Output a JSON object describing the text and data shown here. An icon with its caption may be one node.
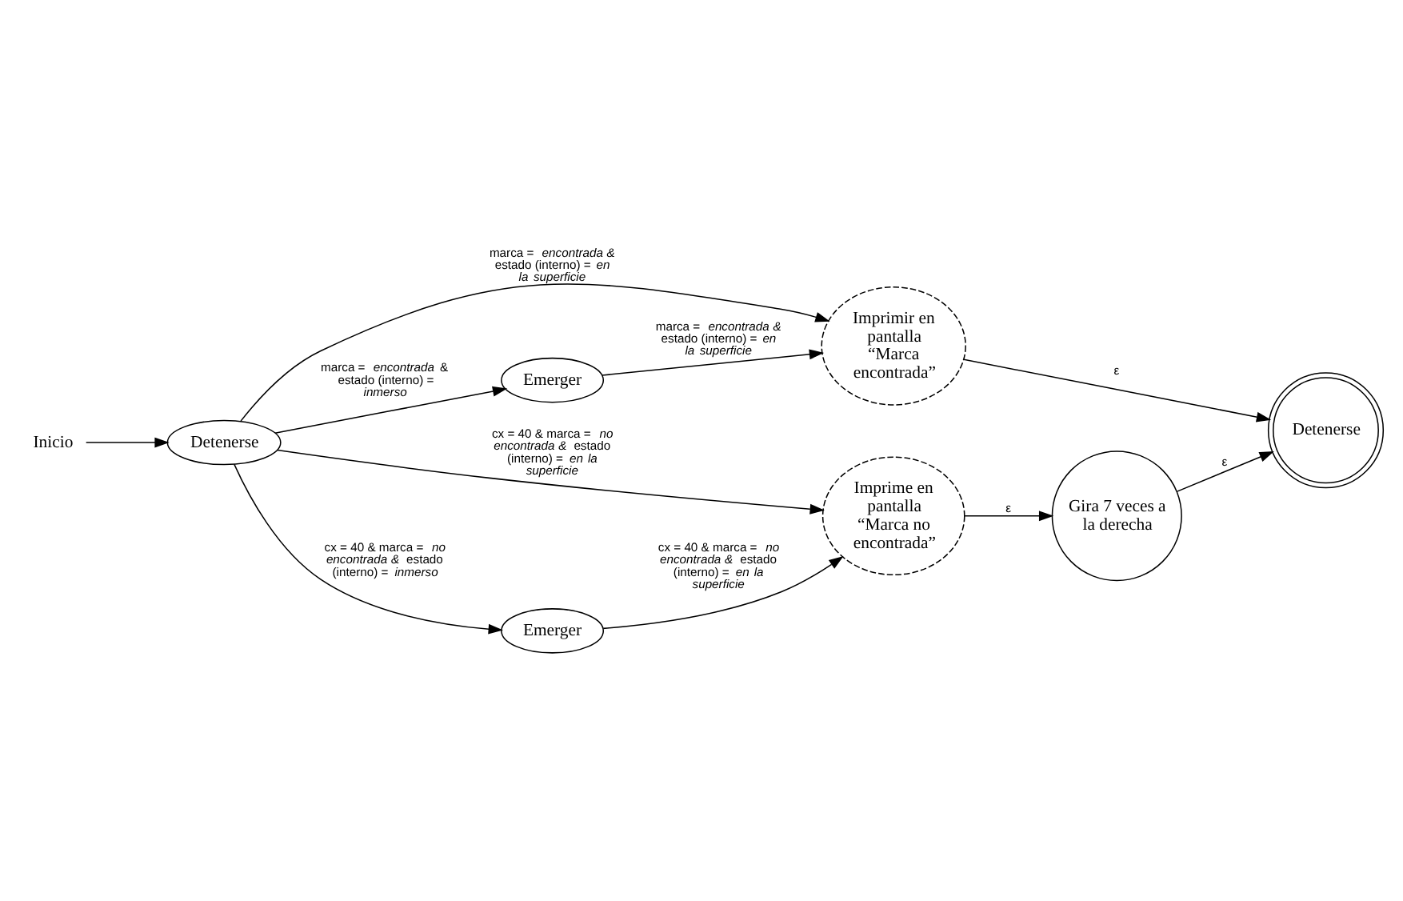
{
  "diagram": {
    "nodes": [
      {
        "text": [
          "Inicio"
        ]
      },
      {
        "text": [
          "Detenerse"
        ]
      },
      {
        "text": [
          "Imprimir en pantalla “Marca encontrada”"
        ]
      },
      {
        "text": [
          "Detenerse"
        ]
      },
      {
        "text": [
          "Emerger"
        ]
      },
      {
        "text": [
          "Imprime en pantalla “Marca no encontrada”"
        ]
      },
      {
        "text": [
          "Gira 7 veces a la derecha"
        ]
      },
      {
        "text": [
          "Emerger"
        ]
      }
    ],
    "edges": [
      {
        "from": 0,
        "to": 1,
        "arrow": "to"
      },
      {
        "from": 1,
        "to": 2,
        "arrow": "to",
        "label": "marca = *encontrada &* estado (interno) = *en la superficie*"
      },
      {
        "from": 1,
        "to": 4,
        "arrow": "to",
        "label": "marca = *encontrada* & estado (interno) = *inmerso*"
      },
      {
        "from": 1,
        "to": 5,
        "arrow": "to",
        "label": "cx = 40 & marca = *no encontrada &* estado (interno) = *en la superficie*"
      },
      {
        "from": 1,
        "to": 7,
        "arrow": "to",
        "label": "cx = 40 & marca = *no encontrada &* estado (interno) = *inmerso*"
      },
      {
        "from": 4,
        "to": 2,
        "arrow": "to",
        "label": "marca = *encontrada &* estado (interno) = *en la superficie*"
      },
      {
        "from": 7,
        "to": 5,
        "arrow": "to",
        "label": "cx = 40 & marca = *no encontrada &* estado (interno) = *en la superficie*"
      },
      {
        "from": 2,
        "to": 3,
        "arrow": "to",
        "label": "ε"
      },
      {
        "from": 5,
        "to": 6,
        "arrow": "to",
        "label": "ε"
      },
      {
        "from": 6,
        "to": 3,
        "arrow": "to",
        "label": "ε"
      }
    ]
  }
}
